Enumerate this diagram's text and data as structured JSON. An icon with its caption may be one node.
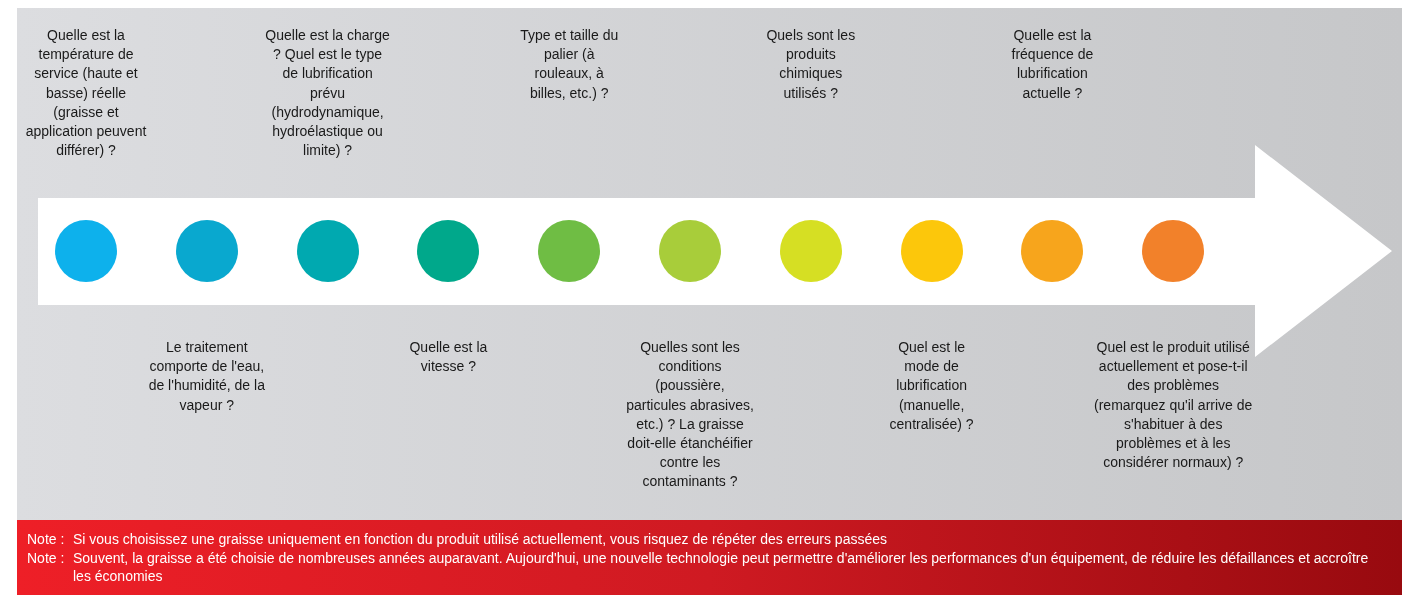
{
  "diagram": {
    "nodes": [
      {
        "text": [],
        "shape": "circle"
      },
      {
        "text": [],
        "shape": "circle"
      },
      {
        "text": [],
        "shape": "circle"
      },
      {
        "text": [],
        "shape": "circle"
      },
      {
        "text": [],
        "shape": "circle"
      },
      {
        "text": [],
        "shape": "circle"
      },
      {
        "text": [],
        "shape": "circle"
      },
      {
        "text": [],
        "shape": "circle"
      },
      {
        "text": [],
        "shape": "circle"
      },
      {
        "text": [],
        "shape": "circle"
      }
    ],
    "labels": [
      "Quelle est la température de service (haute et basse) réelle (graisse et application peuvent différer) ?",
      "Le traitement comporte de l'eau, de l'humidité, de la vapeur ?",
      "Quelle est la charge ? Quel est le type de lubrification prévu (hydrodynamique, hydroélastique ou limite) ?",
      "Quelle est la vitesse ?",
      "Type et taille du palier (à rouleaux, à billes, etc.) ?",
      "Quelles sont les conditions (poussière, particules abrasives, etc.) ? La graisse doit-elle étanchéifier contre les contaminants ?",
      "Quels sont les produits chimiques utilisés ?",
      "Quel est le mode de lubrification (manuelle, centralisée) ?",
      "Quelle est la fréquence de lubrification actuelle ?",
      "Quel est le produit utilisé actuellement et pose-t-il des problèmes (remarquez qu'il arrive de s'habituer à des problèmes et à les considérer normaux) ?",
      "Note :",
      "Si vous choisissez une graisse uniquement en fonction du produit utilisé actuellement, vous risquez de répéter des erreurs passées",
      "Note :",
      "Souvent, la graisse a été choisie de nombreuses années auparavant. Aujourd'hui, une nouvelle technologie peut permettre d'améliorer les performances d'un équipement, de réduire les défaillances et accroître les économies"
    ]
  }
}
